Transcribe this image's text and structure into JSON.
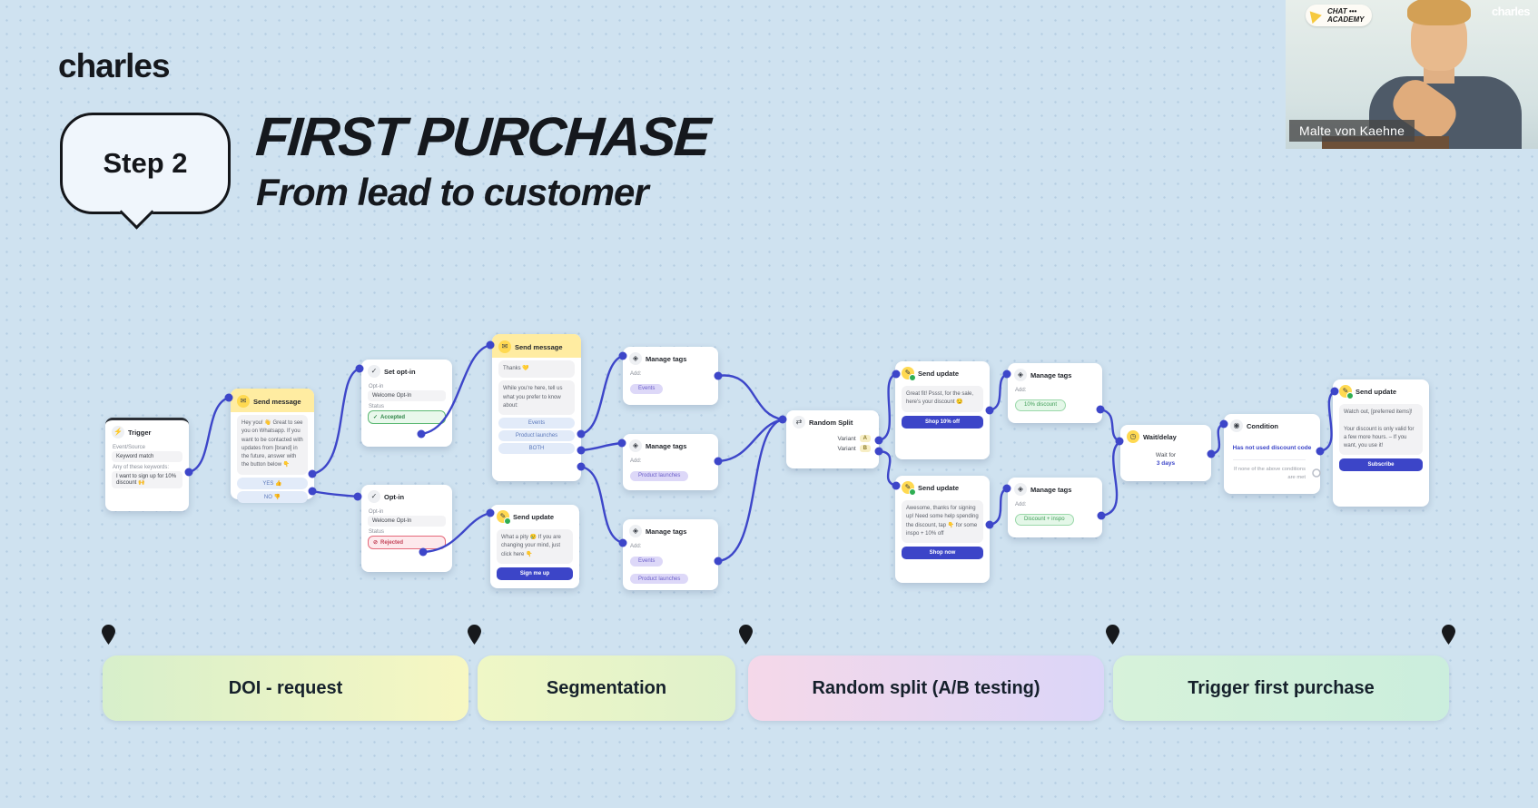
{
  "slide": {
    "logo": "charles",
    "step_badge": "Step 2",
    "title": "FIRST PURCHASE",
    "subtitle": "From lead to customer"
  },
  "webcam": {
    "badge_line1": "CHAT •••",
    "badge_line2": "ACADEMY",
    "watermark": "charles",
    "name": "Malte von Kaehne"
  },
  "palette": {
    "accent_blue": "#3c45c8",
    "node_yellow": "#ffd951",
    "status_green": "#2f8547",
    "status_red": "#c4455a",
    "background": "#cfe2f0"
  },
  "sections": [
    {
      "label": "DOI - request"
    },
    {
      "label": "Segmentation"
    },
    {
      "label": "Random split (A/B testing)"
    },
    {
      "label": "Trigger first purchase"
    }
  ],
  "nodes": {
    "trigger": {
      "title": "Trigger",
      "field1_label": "Event/Source",
      "field1_value": "Keyword match",
      "field2_label": "Any of these keywords:",
      "field2_value": "I want to sign up for 10% discount 🙌"
    },
    "send_message_1": {
      "title": "Send message",
      "body": "Hey you! 👋 Great to see you on Whatsapp. If you want to be contacted with updates from [brand] in the future, answer with the button below 👇",
      "btn_yes": "YES 👍",
      "btn_no": "NO 👎"
    },
    "set_opt_in": {
      "title": "Set opt-in",
      "optin_label": "Opt-in",
      "optin_value": "Welcome Opt-In",
      "status_label": "Status",
      "status_value": "Accepted"
    },
    "opt_in_rejected": {
      "title": "Opt-in",
      "optin_label": "Opt-in",
      "optin_value": "Welcome Opt-In",
      "status_label": "Status",
      "status_value": "Rejected"
    },
    "send_message_2": {
      "title": "Send message",
      "body1": "Thanks 💛",
      "body2": "While you're here, tell us what you prefer to know about:",
      "btn1": "Events",
      "btn2": "Product launches",
      "btn3": "BOTH"
    },
    "send_update_reject": {
      "title": "Send update",
      "body": "What a pity 😢 If you are changing your mind, just click here 👇",
      "button": "Sign me up"
    },
    "manage_tags_events": {
      "title": "Manage tags",
      "add_label": "Add:",
      "tags": [
        "Events"
      ]
    },
    "manage_tags_product": {
      "title": "Manage tags",
      "add_label": "Add:",
      "tags": [
        "Product launches"
      ]
    },
    "manage_tags_both": {
      "title": "Manage tags",
      "add_label": "Add:",
      "tags": [
        "Events",
        "Product launches"
      ]
    },
    "random_split": {
      "title": "Random Split",
      "variant_label": "Variant",
      "variant_a": "A",
      "variant_b": "B"
    },
    "send_update_a": {
      "title": "Send update",
      "body": "Great fit! Pssst, for the sale, here's your discount 😏",
      "button": "Shop 10% off"
    },
    "send_update_b": {
      "title": "Send update",
      "body": "Awesome, thanks for signing up! Need some help spending the discount, tap 👇 for some inspo + 10% off",
      "button": "Shop now"
    },
    "manage_tags_discount": {
      "title": "Manage tags",
      "add_label": "Add:",
      "tags": [
        "10% discount"
      ]
    },
    "manage_tags_inspo": {
      "title": "Manage tags",
      "add_label": "Add:",
      "tags": [
        "Discount + inspo"
      ]
    },
    "wait_delay": {
      "title": "Wait/delay",
      "wait_label": "Wait for",
      "wait_value": "3 days"
    },
    "condition": {
      "title": "Condition",
      "rule": "Has not used discount code",
      "fallback": "If none of the above conditions are met"
    },
    "send_update_final": {
      "title": "Send update",
      "body1": "Watch out, [preferred items]!",
      "body2": "Your discount is only valid for a few more hours. – If you want, you use it!",
      "button": "Subscribe"
    }
  }
}
